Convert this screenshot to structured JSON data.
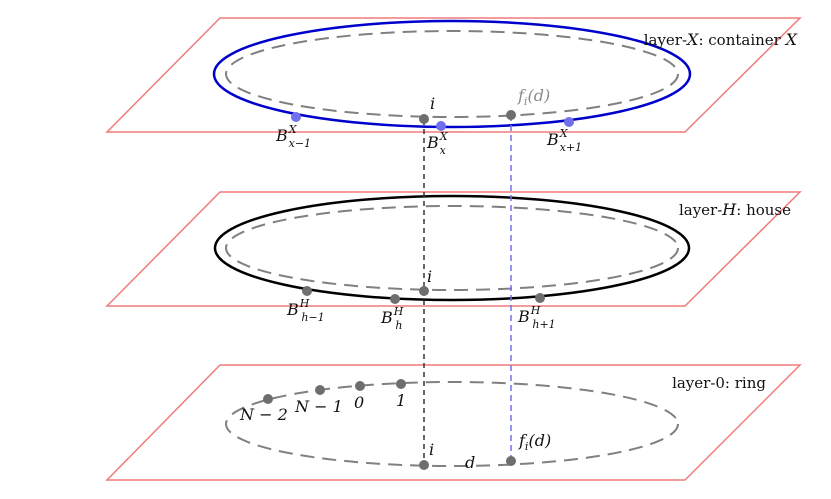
{
  "layers": {
    "x": {
      "title": "layer-X: container X",
      "title_prefix": "layer-",
      "title_var": "X",
      "title_mid": ": container ",
      "title_var2": "X"
    },
    "h": {
      "title": "layer-H: house",
      "title_prefix": "layer-",
      "title_var": "H",
      "title_mid": ": house"
    },
    "zero": {
      "title": "layer-0: ring"
    }
  },
  "points": {
    "i": "i",
    "fi_d": "f",
    "fi_sub": "i",
    "fi_arg": "(d)",
    "d": "d",
    "ring_labels": [
      "N − 2",
      "N − 1",
      "0",
      "1"
    ],
    "bx": {
      "base": "B",
      "sup": "X",
      "subs": [
        "x−1",
        "x",
        "x+1"
      ]
    },
    "bh": {
      "base": "B",
      "sup": "H",
      "subs": [
        "h−1",
        "h",
        "h+1"
      ]
    }
  },
  "colors": {
    "plane_edge": "#f07c7c",
    "container_ellipse": "#0000cc",
    "house_ellipse": "#000000",
    "dashed_ring": "#808080",
    "blue_point": "#7070ee",
    "gray_point": "#6e6e6e",
    "blue_dashed": "#7070ee"
  }
}
